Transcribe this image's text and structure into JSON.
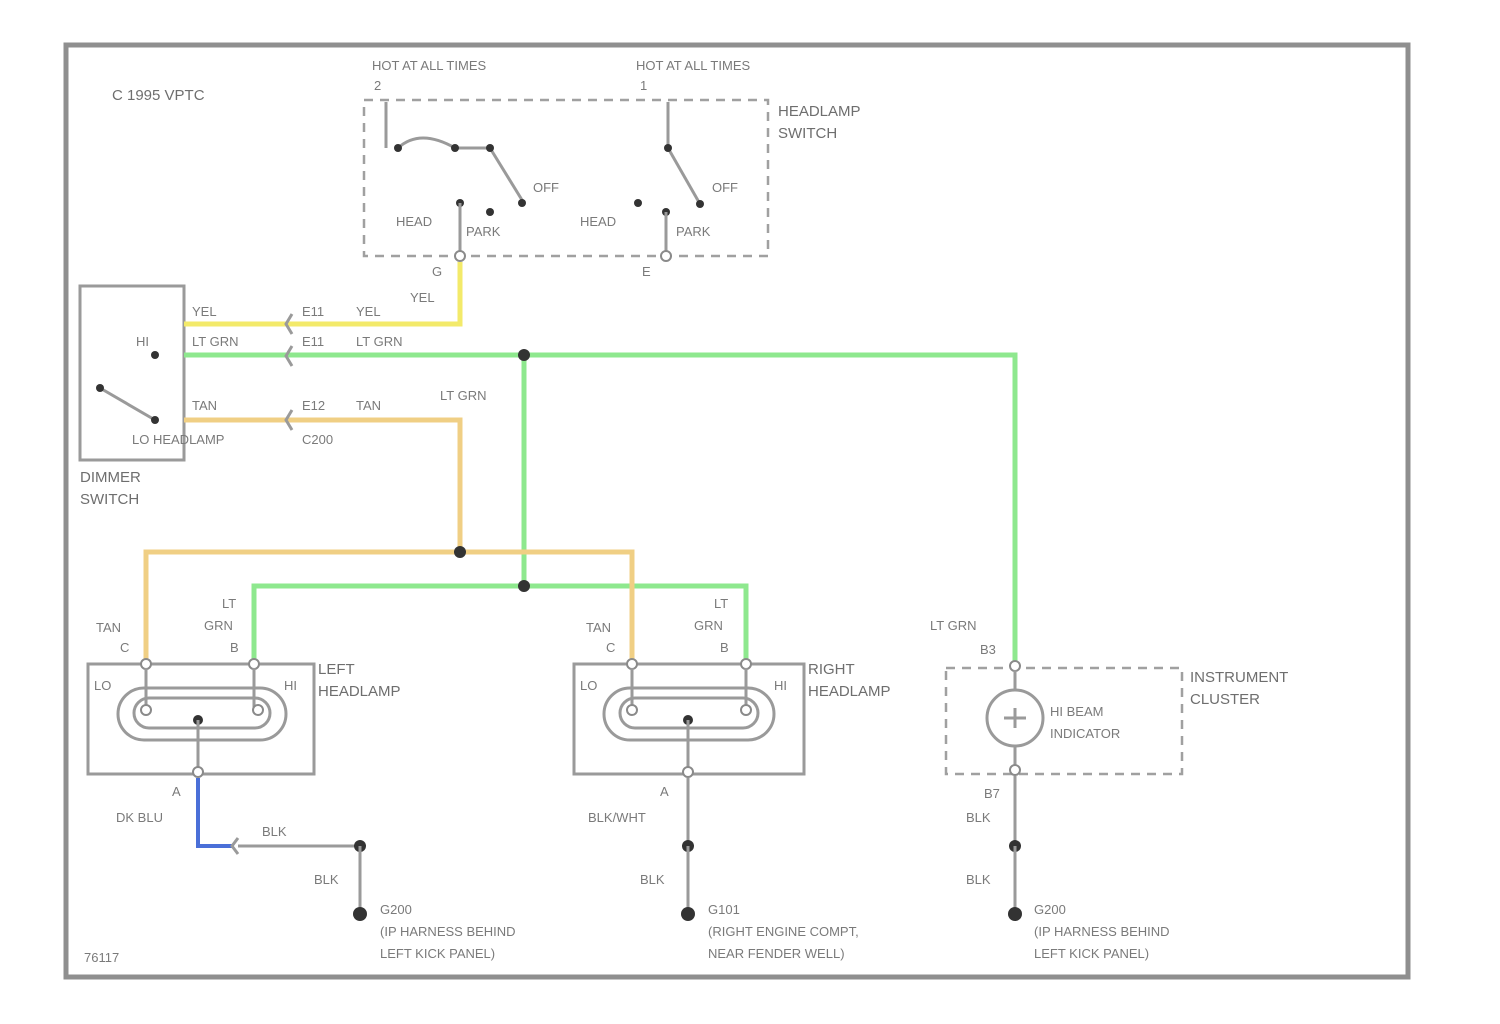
{
  "colors": {
    "yellow": "#f3ea6a",
    "green": "#8ee88e",
    "tan": "#f0cf84",
    "blue": "#4a6fd8",
    "black": "#8a8a8a"
  },
  "copyright": "C 1995 VPTC",
  "figure_id": "76117",
  "headlamp_switch": {
    "name": [
      "HEADLAMP",
      "SWITCH"
    ],
    "hot1": "HOT AT ALL TIMES",
    "hot2": "HOT AT ALL TIMES",
    "pin1": "2",
    "pin2": "1",
    "off1": "OFF",
    "off2": "OFF",
    "head1": "HEAD",
    "head2": "HEAD",
    "park1": "PARK",
    "park2": "PARK",
    "pin_out1": "G",
    "pin_out2": "E"
  },
  "dimmer_switch": {
    "name": [
      "DIMMER",
      "SWITCH"
    ],
    "hi": "HI",
    "lo": "LO HEADLAMP",
    "wire_yel": "YEL",
    "wire_ltgrn": "LT GRN",
    "wire_tan": "TAN"
  },
  "connectors": {
    "e11a": "E11",
    "e11b": "E11",
    "e12": "E12",
    "c200": "C200",
    "yel_after": "YEL",
    "ltgrn_after": "LT GRN",
    "tan_after": "TAN",
    "yel_sw": "YEL",
    "ltgrn_mid": "LT GRN"
  },
  "left_headlamp": {
    "name": [
      "LEFT",
      "HEADLAMP"
    ],
    "lo": "LO",
    "hi": "HI",
    "tan": "TAN",
    "lt_grn": [
      "LT",
      "GRN"
    ],
    "pin_c": "C",
    "pin_b": "B",
    "pin_a": "A",
    "dk_blu": "DK BLU",
    "blk": "BLK",
    "blk2": "BLK"
  },
  "right_headlamp": {
    "name": [
      "RIGHT",
      "HEADLAMP"
    ],
    "lo": "LO",
    "hi": "HI",
    "tan": "TAN",
    "lt_grn": [
      "LT",
      "GRN"
    ],
    "pin_c": "C",
    "pin_b": "B",
    "pin_a": "A",
    "blk_wht": "BLK/WHT",
    "blk": "BLK"
  },
  "cluster": {
    "name": [
      "INSTRUMENT",
      "CLUSTER"
    ],
    "indicator": [
      "HI BEAM",
      "INDICATOR"
    ],
    "lt_grn": "LT GRN",
    "pin_top": "B3",
    "pin_bot": "B7",
    "blk": "BLK",
    "blk2": "BLK"
  },
  "grounds": [
    {
      "id": "G200",
      "lines": [
        "(IP HARNESS BEHIND",
        "LEFT KICK PANEL)"
      ]
    },
    {
      "id": "G101",
      "lines": [
        "(RIGHT ENGINE COMPT,",
        "NEAR FENDER WELL)"
      ]
    },
    {
      "id": "G200",
      "lines": [
        "(IP HARNESS BEHIND",
        "LEFT KICK PANEL)"
      ]
    }
  ]
}
